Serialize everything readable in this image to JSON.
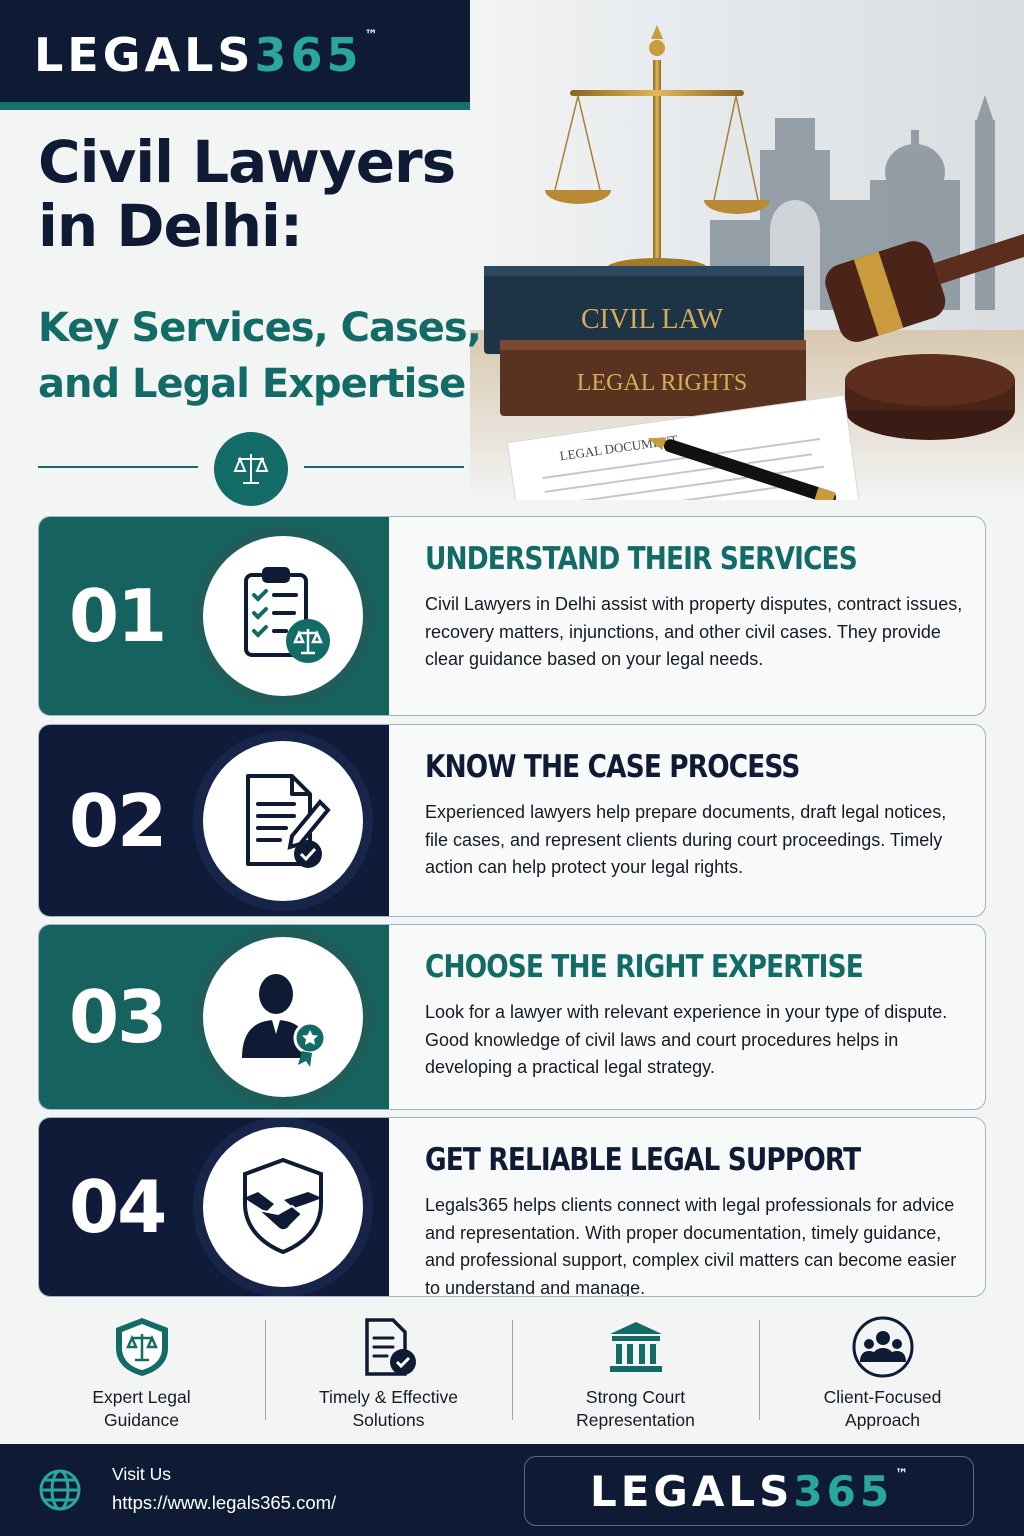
{
  "brand": {
    "logo_part1": "LEGALS",
    "logo_part2": "365",
    "logo_tm": "™"
  },
  "hero": {
    "book_top": "CIVIL LAW",
    "book_bottom": "LEGAL RIGHTS",
    "document_label": "LEGAL DOCUMENT"
  },
  "title": {
    "line1": "Civil Lawyers",
    "line2": "in Delhi:",
    "subtitle1": "Key Services, Cases,",
    "subtitle2": "and Legal Expertise"
  },
  "steps": [
    {
      "number": "01",
      "heading": "UNDERSTAND THEIR SERVICES",
      "text": "Civil Lawyers in Delhi assist with property disputes, contract issues, recovery matters, injunctions, and other civil cases. They provide clear guidance based on your legal needs.",
      "icon": "checklist-scales-icon"
    },
    {
      "number": "02",
      "heading": "KNOW THE CASE PROCESS",
      "text": "Experienced lawyers help prepare documents, draft legal notices, file cases, and represent clients during court proceedings. Timely action can help protect your legal rights.",
      "icon": "document-pen-icon"
    },
    {
      "number": "03",
      "heading": "CHOOSE THE RIGHT EXPERTISE",
      "text": "Look for a lawyer with relevant experience in your type of dispute. Good knowledge of civil laws and court procedures helps in developing a practical legal strategy.",
      "icon": "lawyer-badge-icon"
    },
    {
      "number": "04",
      "heading": "GET RELIABLE LEGAL SUPPORT",
      "text": "Legals365 helps clients connect with legal professionals for advice and representation. With proper documentation, timely guidance, and professional support, complex civil matters can become easier to understand and manage.",
      "icon": "handshake-shield-icon"
    }
  ],
  "features": [
    {
      "line1": "Expert Legal",
      "line2": "Guidance",
      "icon": "shield-scales-icon"
    },
    {
      "line1": "Timely & Effective",
      "line2": "Solutions",
      "icon": "document-check-icon"
    },
    {
      "line1": "Strong Court",
      "line2": "Representation",
      "icon": "courthouse-icon"
    },
    {
      "line1": "Client-Focused",
      "line2": "Approach",
      "icon": "people-group-icon"
    }
  ],
  "footer": {
    "visit_label": "Visit Us",
    "url": "https://www.legals365.com/"
  },
  "colors": {
    "navy": "#0f1b35",
    "teal": "#126b66",
    "accent": "#2aa6a0"
  }
}
